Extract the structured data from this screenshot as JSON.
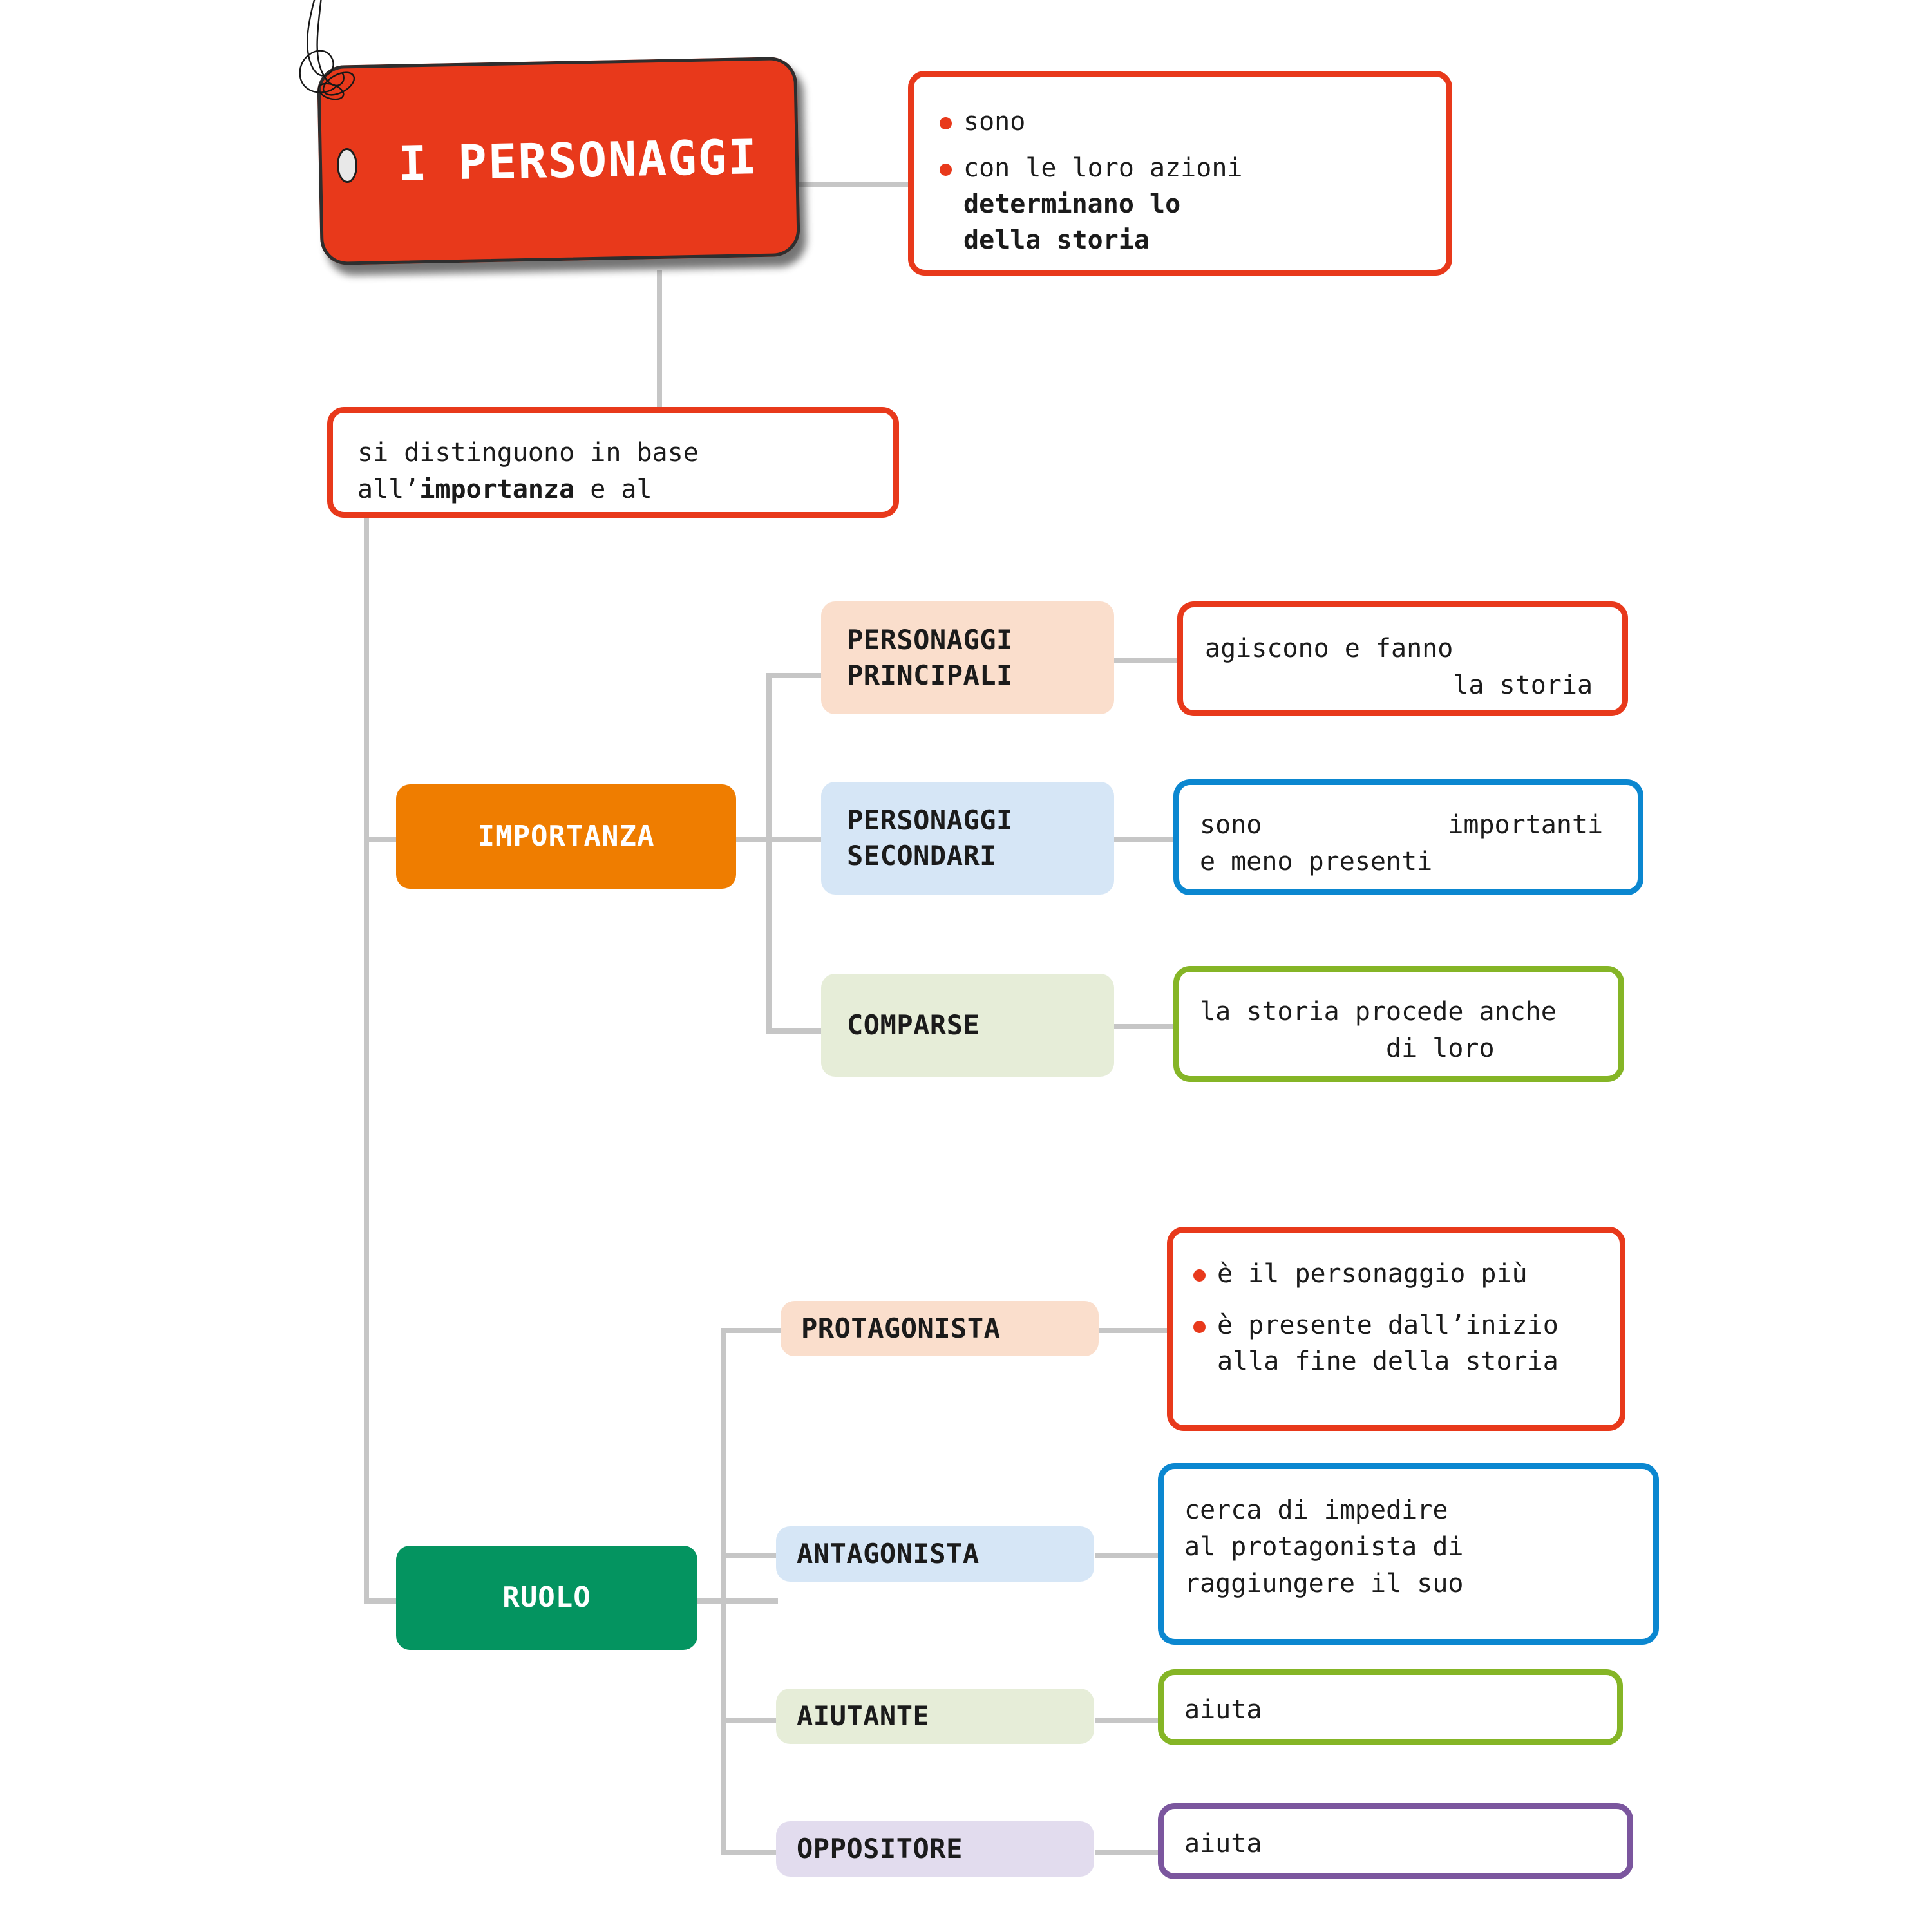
{
  "title": "I PERSONAGGI",
  "colors": {
    "red": "#e8391b",
    "orange": "#ef7d00",
    "green": "#049460",
    "blue_border": "#0b87d0",
    "green_border": "#85b526",
    "purple_border": "#7b569e",
    "peach": "#fadecc",
    "pale_blue": "#d6e6f6",
    "pale_green": "#e6edd8",
    "lavender": "#e2dcee",
    "connector": "#c6c6c6"
  },
  "root_note": {
    "bullets": [
      {
        "line1": "sono"
      },
      {
        "line1": "con le loro azioni",
        "line2": "determinano lo",
        "line3": "della storia"
      }
    ]
  },
  "criteria_note": {
    "line1": "si distinguono in base",
    "line2_prefix": "all’",
    "line2_bold": "importanza",
    "line2_suffix": " e al"
  },
  "branches": [
    {
      "key": "importanza",
      "label": "IMPORTANZA",
      "items": [
        {
          "name": "PERSONAGGI\nPRINCIPALI",
          "pastel": "peach",
          "desc_border": "red",
          "desc_lines": [
            "agiscono e fanno",
            "                la storia"
          ]
        },
        {
          "name": "PERSONAGGI\nSECONDARI",
          "pastel": "blue",
          "desc_border": "blue",
          "desc_lines": [
            "sono            importanti",
            "e meno presenti"
          ]
        },
        {
          "name": "COMPARSE",
          "pastel": "green",
          "desc_border": "green",
          "desc_lines": [
            "la storia procede anche",
            "            di loro"
          ]
        }
      ]
    },
    {
      "key": "ruolo",
      "label": "RUOLO",
      "items": [
        {
          "name": "PROTAGONISTA",
          "pastel": "peach",
          "desc_border": "red",
          "desc_bullets": [
            {
              "line1": "è il personaggio più"
            },
            {
              "line1": "è presente dall’inizio",
              "line2": "alla fine della storia"
            }
          ]
        },
        {
          "name": "ANTAGONISTA",
          "pastel": "blue",
          "desc_border": "blue",
          "desc_lines": [
            "cerca di impedire",
            "al protagonista di",
            "raggiungere il suo"
          ]
        },
        {
          "name": "AIUTANTE",
          "pastel": "green",
          "desc_border": "green",
          "desc_lines": [
            "aiuta"
          ]
        },
        {
          "name": "OPPOSITORE",
          "pastel": "lav",
          "desc_border": "purple",
          "desc_lines": [
            "aiuta"
          ]
        }
      ]
    }
  ]
}
